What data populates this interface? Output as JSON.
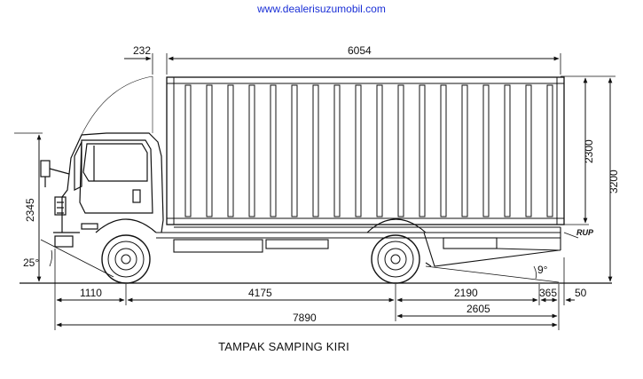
{
  "header": {
    "url": "www.dealerisuzumobil.com"
  },
  "caption": "TAMPAK SAMPING KIRI",
  "dimensions": {
    "d232": "232",
    "d6054": "6054",
    "d2300": "2300",
    "d3200": "3200",
    "d2345": "2345",
    "d25deg": "25°",
    "d9deg": "9°",
    "rup": "RUP",
    "d1110": "1110",
    "d4175": "4175",
    "d2190": "2190",
    "d365": "365",
    "d50": "50",
    "d2605": "2605",
    "d7890": "7890"
  },
  "colors": {
    "url": "#1a2fd6",
    "line": "#111111"
  }
}
